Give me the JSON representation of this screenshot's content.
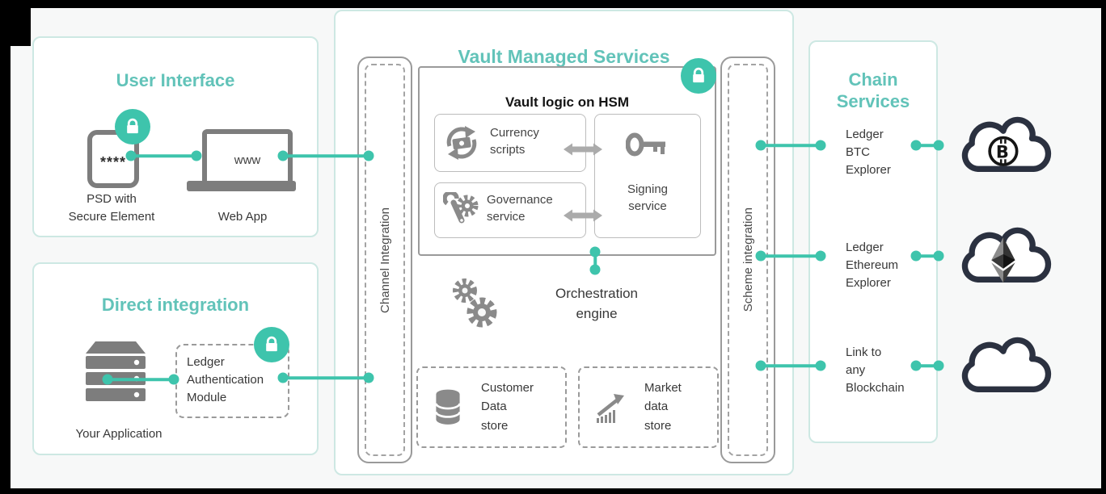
{
  "colors": {
    "accent_teal": "#3ec4ac",
    "title_teal": "#62c3b9",
    "panel_border": "#cde8e3",
    "icon_gray": "#8a8a8a",
    "device_gray": "#7d7d7d",
    "cloud_outline": "#2b3140",
    "text_dark": "#383838"
  },
  "panels": {
    "user_interface": {
      "title": "User Interface",
      "phone_text": "****",
      "phone_label": "PSD with\nSecure Element",
      "laptop_text": "www",
      "laptop_label": "Web App"
    },
    "direct_integration": {
      "title": "Direct integration",
      "module_label": "Ledger\nAuthentication\nModule",
      "server_label": "Your Application"
    },
    "vault": {
      "title": "Vault Managed Services",
      "channel_column": "Channel Integration",
      "scheme_column": "Scheme integration",
      "hsm": {
        "title": "Vault logic on HSM",
        "currency": "Currency\nscripts",
        "governance": "Governance\nservice",
        "signing": "Signing\nservice"
      },
      "orchestration": "Orchestration\nengine",
      "customer_store": "Customer\nData\nstore",
      "market_store": "Market\ndata\nstore"
    },
    "chain_services": {
      "title": "Chain\nServices",
      "rows": [
        {
          "label": "Ledger\nBTC\nExplorer",
          "cloud": "bitcoin"
        },
        {
          "label": "Ledger\nEthereum\nExplorer",
          "cloud": "ethereum"
        },
        {
          "label": "Link to\nany\nBlockchain",
          "cloud": "empty"
        }
      ]
    }
  },
  "icons": [
    "lock-icon",
    "smartphone-icon",
    "laptop-icon",
    "server-icon",
    "currency-refresh-icon",
    "wrench-gear-icon",
    "key-icon",
    "gears-icon",
    "database-icon",
    "chart-growth-icon",
    "cloud-icon",
    "bitcoin-icon",
    "ethereum-icon",
    "double-arrow-icon",
    "connector-dot"
  ]
}
